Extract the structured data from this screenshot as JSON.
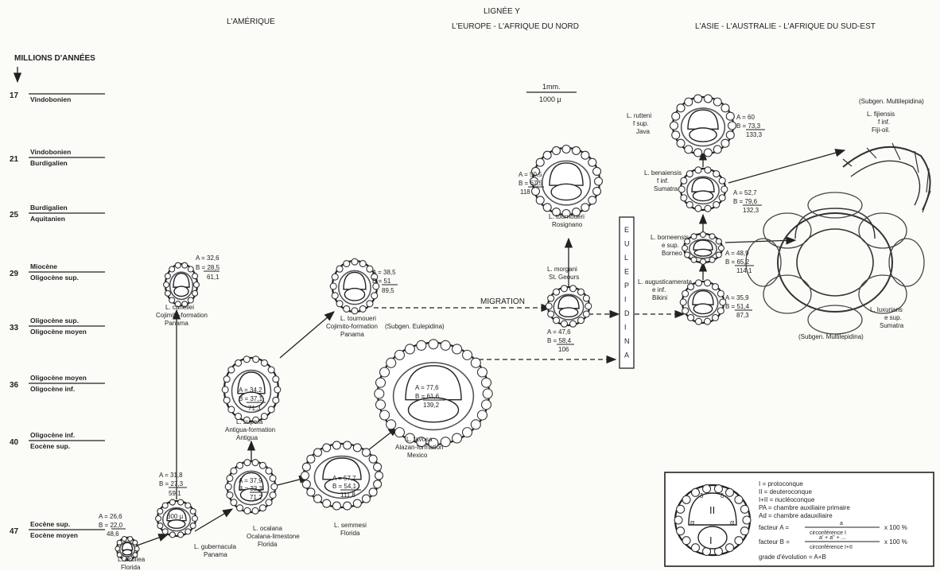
{
  "headers": {
    "lineage": "LIGNÉE Y",
    "america": "L'AMÉRIQUE",
    "europe": "L'EUROPE - L'AFRIQUE DU NORD",
    "asia": "L'ASIE - L'AUSTRALIE - L'AFRIQUE DU SUD-EST"
  },
  "timescale": {
    "title": "MILLIONS D'ANNÉES",
    "rows": [
      {
        "age": "17",
        "top": "",
        "bottom": "Vindobonien"
      },
      {
        "age": "21",
        "top": "Vindobonien",
        "bottom": "Burdigalien"
      },
      {
        "age": "25",
        "top": "Burdigalien",
        "bottom": "Aquitanien"
      },
      {
        "age": "29",
        "top": "Miocène",
        "bottom": "Oligocène sup."
      },
      {
        "age": "33",
        "top": "Oligocène sup.",
        "bottom": "Oligocène moyen"
      },
      {
        "age": "36",
        "top": "Oligocène moyen",
        "bottom": "Oligocène inf."
      },
      {
        "age": "40",
        "top": "Oligocène inf.",
        "bottom": "Eocène sup."
      },
      {
        "age": "47",
        "top": "Eocène sup.",
        "bottom": "Eocène moyen"
      }
    ]
  },
  "scale_bar": {
    "top": "1mm.",
    "bottom": "1000 µ"
  },
  "species": {
    "antillea": {
      "name": "L. antillea",
      "loc": "Florida",
      "a": "A = 26,6",
      "b": "B = 22,0",
      "sum": "48,6"
    },
    "gubernacula": {
      "name": "L. gubernacula",
      "loc": "Panama",
      "a": "A = 31,8",
      "b": "B = 27,3",
      "sum": "59,1",
      "mark": "300 µ"
    },
    "canellei": {
      "name": "L. canellei",
      "loc1": "Cojimito-formation",
      "loc2": "Panama",
      "a": "A = 32,6",
      "b": "B = 28,5",
      "sum": "61,1"
    },
    "supera": {
      "name": "L. supera",
      "loc1": "Antigua-formation",
      "loc2": "Antigua",
      "a": "A = 34,2",
      "b": "B = 37,1",
      "sum": "71,3"
    },
    "ocalana": {
      "name": "L. ocalana",
      "loc1": "Ocalana-limestone",
      "loc2": "Florida",
      "a": "A = 37,9",
      "b": "B = 33,3",
      "sum": "71,2"
    },
    "semmesi": {
      "name": "L. semmesi",
      "loc": "Florida",
      "a": "A = 57,7",
      "b": "B = 54,1",
      "sum": "111,8"
    },
    "tournoueri_am": {
      "name": "L. tournoueri",
      "loc1": "Cojimito-formation",
      "loc2": "Panama",
      "a": "A = 38,5",
      "b": "B = 51",
      "sum": "89,5"
    },
    "favosa": {
      "name": "L. favosa",
      "loc1": "Alazan-formation",
      "loc2": "Mexico",
      "a": "A = 77,6",
      "b": "B = 61,6",
      "sum": "139,2"
    },
    "morgani": {
      "name": "L. morgani",
      "loc": "St. Geours",
      "a": "A = 47,6",
      "b": "B = 58,4",
      "sum": "106"
    },
    "tournoueri_eu": {
      "name": "L. tournoueri",
      "loc": "Rosignano",
      "a": "A = 50,5",
      "b": "B = 67,5",
      "sum": "118"
    },
    "augusticamerata": {
      "name": "L. augusticamerata",
      "l2": "e inf.",
      "loc": "Bikini",
      "a": "A = 35,9",
      "b": "B = 51,4",
      "sum": "87,3"
    },
    "borneensis": {
      "name": "L. borneensis",
      "l2": "e sup.",
      "loc": "Borneo",
      "a": "A = 48,9",
      "b": "B = 65,2",
      "sum": "114,1"
    },
    "benaiensis": {
      "name": "L. benaiensis",
      "l2": "f inf.",
      "loc": "Sumatra",
      "a": "A = 52,7",
      "b": "B = 79,6",
      "sum": "132,3"
    },
    "rutteni": {
      "name": "L. rutteni",
      "l2": "f sup.",
      "loc": "Java",
      "a": "A = 60",
      "b": "B = 73,3",
      "sum": "133,3"
    },
    "fijiensis": {
      "name": "L. fijiensis",
      "l2": "f inf.",
      "loc": "Fiji-oil."
    },
    "luxurians": {
      "name": "L. luxurians",
      "l2": "e sup.",
      "loc": "Sumatra"
    }
  },
  "labels": {
    "migration": "MIGRATION",
    "eulep_subgen": "(Subgen. Eulepidina)",
    "multi_subgen_top": "(Subgen. Multilepidina)",
    "multi_subgen_bottom": "(Subgen. Multilepidina)",
    "eulepidina_vertical": [
      "E",
      "U",
      "L",
      "E",
      "P",
      "I",
      "D",
      "I",
      "N",
      "A"
    ]
  },
  "legend": {
    "lines": [
      "I = protoconque",
      "II = deuteroconque",
      "I+II = nucléoconque",
      "PA = chambre auxiliaire primaire",
      "Ad = chambre adauxiliaire"
    ],
    "factor_a": "facteur A =",
    "factor_a_num": "a",
    "factor_a_den": "circonférence I",
    "factor_a_mult": "x 100 %",
    "factor_b": "facteur B =",
    "factor_b_num": "a' + a'' + ...",
    "factor_b_den": "circonférence I+II",
    "factor_b_mult": "x 100 %",
    "grade": "grade d'évolution = A+B",
    "roman1": "I",
    "roman2": "II",
    "alpha": "α",
    "delta": "δ"
  }
}
